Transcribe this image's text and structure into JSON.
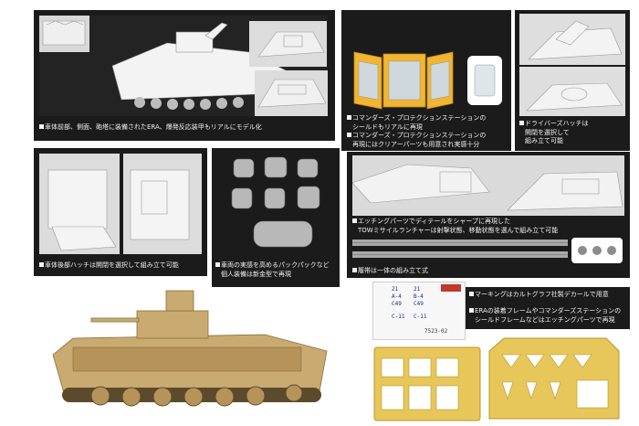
{
  "captions": {
    "era_detail": "車体前部、側面、砲塔に装備されたERA、爆発反応装甲もリアルにモデル化",
    "cps_1": "コマンダーズ・プロテクションステーションの",
    "cps_2": "シールドもリアルに再現",
    "cps_3": "コマンダーズ・プロテクションステーションの",
    "cps_4": "再現にはクリアーパーツも用意され実感十分",
    "driver_hatch_1": "ドライバーズハッチは",
    "driver_hatch_2": "開閉を選択して",
    "driver_hatch_3": "組み立て可能",
    "rear_hatch": "車体後部ハッチは開閉を選択して組み立て可能",
    "backpacks_1": "車両の実感を高めるパックパックなど",
    "backpacks_2": "個人装備は新金型で再現",
    "etching_1": "エッチングパーツでディテールをシャープに再現した",
    "etching_2": "TOWミサイルランチャーは射撃状態、移動状態を選んで組み立て可能",
    "tracks": "履帯は一体の組み立て式",
    "decals": "マーキングはカルトグラフ社製デカールで用意",
    "era_frame_1": "ERAの装着フレームやコマンダーズステーションの",
    "era_frame_2": "シールドフレームなどはエッチングパーツで再現"
  },
  "decal_sheet": {
    "code": "7523-02",
    "marks": [
      "21",
      "A-4",
      "C49",
      "21",
      "B-4",
      "C49",
      "C-11",
      "C-11"
    ]
  },
  "colors": {
    "panel": "#1b1b1b",
    "caption_text": "#f2f2f2",
    "clear_part_frame": "#f1b531",
    "etch_brass": "#e7c65a",
    "vehicle_tan": "#c9aa70"
  },
  "icons": [
    "bullet-square-icon"
  ]
}
